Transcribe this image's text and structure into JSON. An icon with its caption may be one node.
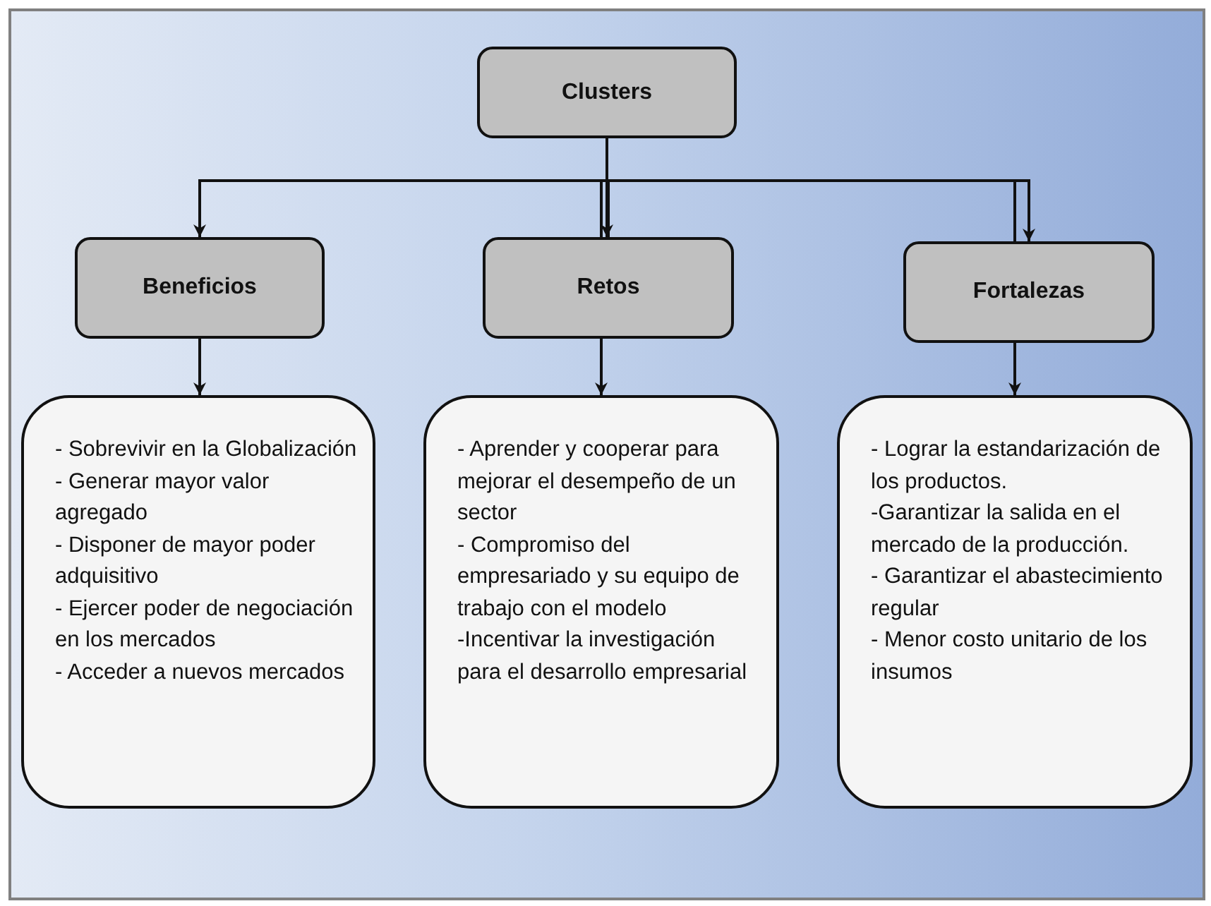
{
  "diagram": {
    "nodes": [
      {
        "text": [
          "Clusters"
        ]
      },
      {
        "text": [
          "Beneficios"
        ]
      },
      {
        "text": [
          "Retos"
        ]
      },
      {
        "text": [
          "Fortalezas"
        ]
      },
      {
        "text": [
          "- Sobrevivir en la Globalización",
          "- Generar mayor valor agregado",
          "- Disponer de mayor poder adquisitivo",
          "- Ejercer poder de negociación en los mercados",
          "- Acceder a nuevos mercados"
        ]
      },
      {
        "text": [
          "- Aprender y cooperar para mejorar el desempeño de un sector",
          "- Compromiso del empresariado y su equipo de trabajo con el modelo",
          "-Incentivar la investigación para el desarrollo empresarial"
        ]
      },
      {
        "text": [
          "- Lograr la estandarización de los productos.",
          "-Garantizar la salida en el mercado de la producción.",
          "- Garantizar el abastecimiento regular",
          "- Menor costo unitario de los insumos"
        ]
      }
    ],
    "edges": [
      {
        "from": 0,
        "to": 1,
        "arrow": "to"
      },
      {
        "from": 0,
        "to": 2,
        "arrow": "to"
      },
      {
        "from": 0,
        "to": 3,
        "arrow": "to"
      },
      {
        "from": 1,
        "to": 4,
        "arrow": "to"
      },
      {
        "from": 2,
        "to": 5,
        "arrow": "to"
      },
      {
        "from": 3,
        "to": 6,
        "arrow": "to"
      }
    ]
  }
}
